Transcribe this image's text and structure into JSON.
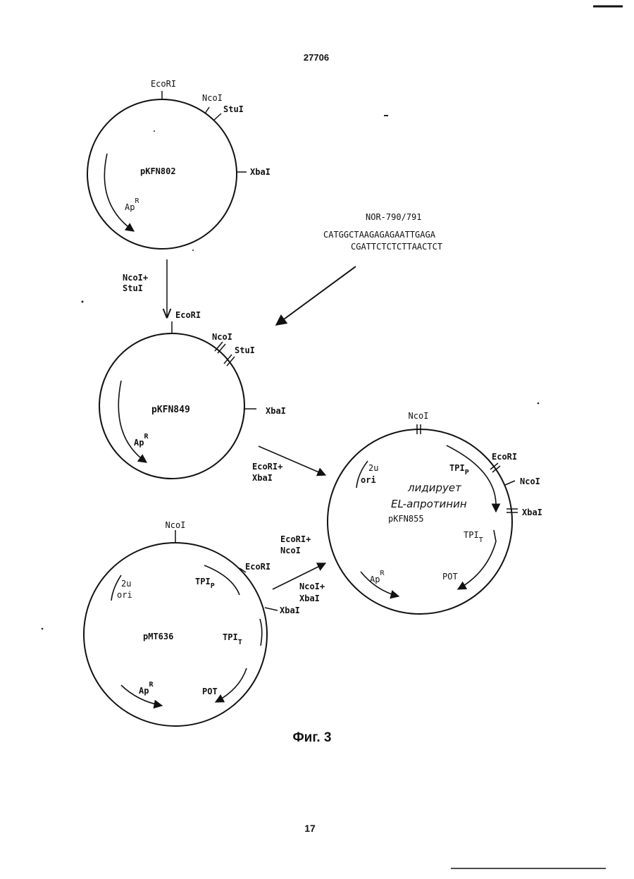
{
  "page": {
    "number_top": "27706",
    "number_bottom": "17",
    "figure_caption": "Фиг. 3"
  },
  "plasmids": {
    "pkfn802": {
      "name": "pKFN802",
      "sites": [
        "EcoRI",
        "NcoI",
        "StuI",
        "XbaI"
      ],
      "markers": [
        "Ap",
        "R"
      ]
    },
    "pkfn849": {
      "name": "pKFN849",
      "sites": [
        "EcoRI",
        "NcoI",
        "StuI",
        "XbaI"
      ],
      "markers": [
        "Ap",
        "R"
      ]
    },
    "pkfn855": {
      "name": "pKFN855",
      "sites": [
        "NcoI",
        "EcoRI",
        "NcoI",
        "XbaI"
      ],
      "elements": [
        "2u",
        "ori",
        "TPI",
        "P",
        "TPI",
        "T",
        "Ap",
        "R",
        "POT"
      ],
      "handwritten": [
        "лидирует",
        "EL-апротинин"
      ]
    },
    "pmt636": {
      "name": "pMT636",
      "sites": [
        "NcoI",
        "EcoRI",
        "XbaI"
      ],
      "elements": [
        "2u",
        "ori",
        "TPI",
        "P",
        "TPI",
        "T",
        "Ap",
        "R",
        "POT"
      ]
    }
  },
  "oligo": {
    "name": "NOR-790/791",
    "strand_top": "CATGGCTAAGAGAGAATTGAGA",
    "strand_bottom": "CGATTCTCTCTTAACTCT"
  },
  "steps": [
    {
      "line1": "NcoI+",
      "line2": "StuI"
    },
    {
      "line1": "EcoRI+",
      "line2": "XbaI"
    },
    {
      "line1": "EcoRI+",
      "line2": "NcoI"
    },
    {
      "line1": "NcoI+",
      "line2": "XbaI"
    }
  ]
}
